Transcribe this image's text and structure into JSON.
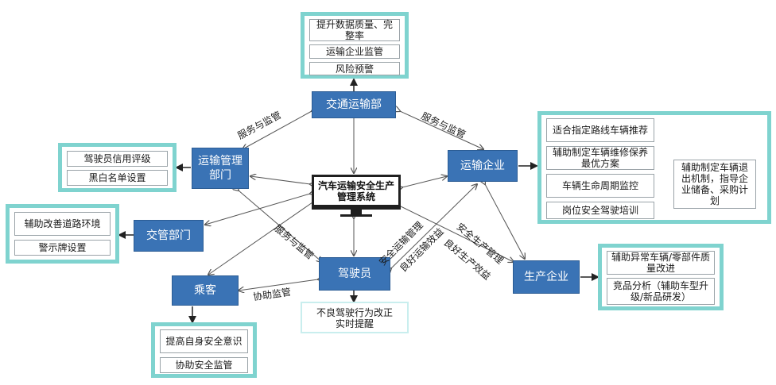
{
  "center": "汽车运输安全生产管理系统",
  "nodes": {
    "transport_dept": "交通运输部",
    "transport_mgmt": "运输管理部门",
    "traffic_dept": "交管部门",
    "passenger": "乘客",
    "driver": "驾驶员",
    "transport_company": "运输企业",
    "manufacturer": "生产企业"
  },
  "lists": {
    "transport_dept": [
      "提升数据质量、完整率",
      "运输企业监管",
      "风险预警"
    ],
    "transport_mgmt": [
      "驾驶员信用评级",
      "黑白名单设置"
    ],
    "traffic_dept": [
      "辅助改善道路环境",
      "警示牌设置"
    ],
    "passenger": [
      "提高自身安全意识",
      "协助安全监管"
    ],
    "driver": [
      "不良驾驶行为改正实时提醒"
    ],
    "transport_company": [
      "适合指定路线车辆推荐",
      "辅助制定车辆维修保养最优方案",
      "车辆生命周期监控",
      "岗位安全驾驶培训"
    ],
    "transport_company_extra": "辅助制定车辆退出机制，指导企业储备、采购计划",
    "manufacturer": [
      "辅助异常车辆/零部件质量改进",
      "竞品分析（辅助车型升级/新品研发）"
    ]
  },
  "edges": {
    "left_top": "服务与监管",
    "right_top": "服务与监管",
    "mgmt_driver": "服务与监管",
    "passenger_driver": "协助监管",
    "driver_company_a": "安全运输管理",
    "driver_company_b": "良好运输效益",
    "company_manufacturer_a": "安全生产管理",
    "company_manufacturer_b": "良好生产效益"
  },
  "colors": {
    "node": "#3a73b5",
    "panel_border": "#7fd3cf",
    "wire": "#555555"
  }
}
